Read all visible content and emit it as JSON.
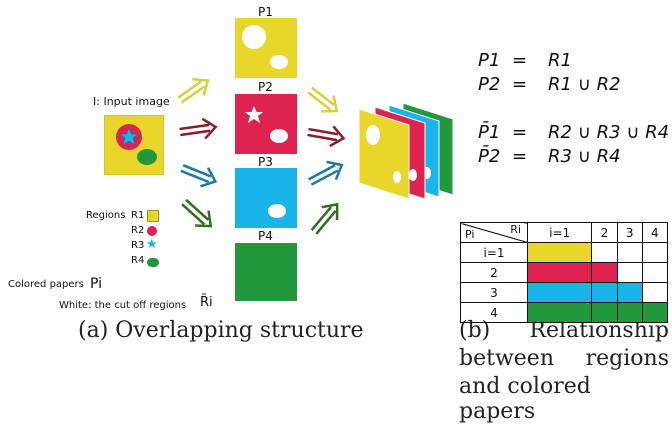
{
  "colors": {
    "yellow": "#e8d62a",
    "red": "#de2350",
    "blue": "#18b4ea",
    "green": "#23973c",
    "arrow_yellow": "#d8cf3a",
    "arrow_red": "#8a1b2e",
    "arrow_blue": "#1a7aa8",
    "arrow_green": "#2f6d1f"
  },
  "left": {
    "input_label": "I: Input image",
    "regions_label": "Regions",
    "r_labels": [
      "R1",
      "R2",
      "R3",
      "R4"
    ],
    "colored_papers_label": "Colored papers",
    "pi_symbol": "Pi",
    "white_label": "White: the cut off regions",
    "ri_bar_symbol": "R̄i"
  },
  "papers": {
    "labels": [
      "P1",
      "P2",
      "P3",
      "P4"
    ]
  },
  "caption_a": "(a) Overlapping structure",
  "caption_b": [
    "(b) Relationship",
    "between regions",
    "and colored papers"
  ],
  "equations": [
    {
      "lhs": "P1",
      "rhs": "R1"
    },
    {
      "lhs": "P2",
      "rhs": "R1 ∪ R2"
    },
    {
      "lhs": "P̄1",
      "rhs": "R2 ∪ R3 ∪ R4"
    },
    {
      "lhs": "P̄2",
      "rhs": "R3 ∪ R4"
    }
  ],
  "table": {
    "corner_p": "Pi",
    "corner_r": "Ri",
    "col_headers": [
      "i=1",
      "2",
      "3",
      "4"
    ],
    "row_headers": [
      "i=1",
      "2",
      "3",
      "4"
    ]
  }
}
